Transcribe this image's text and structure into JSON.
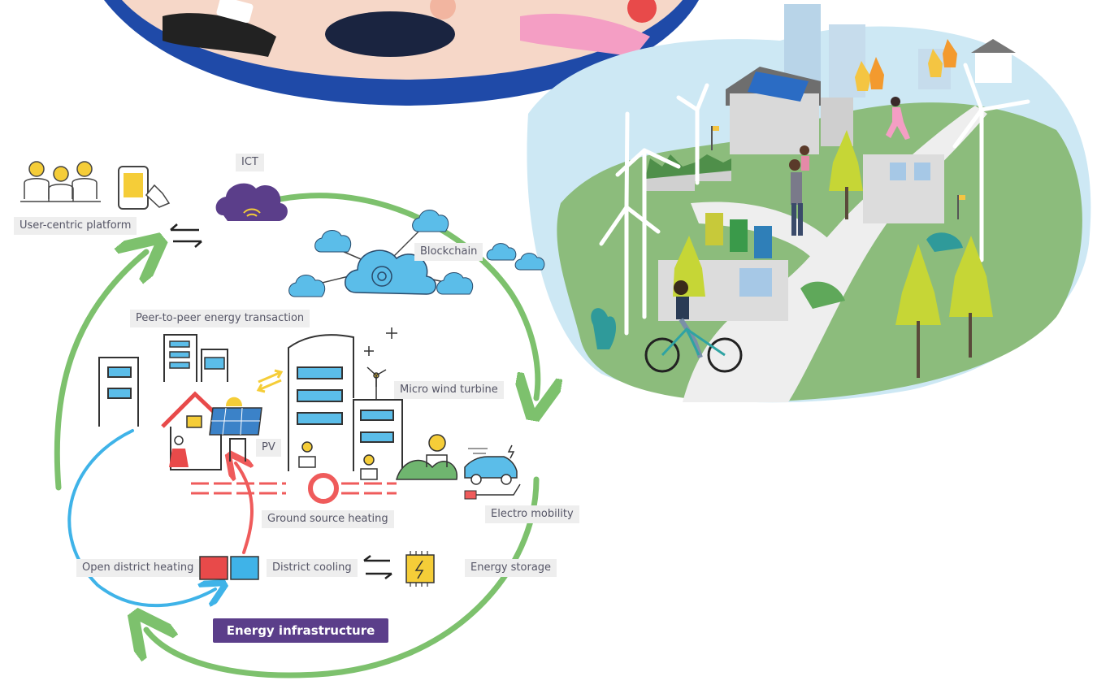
{
  "diagram": {
    "title": "Energy infrastructure",
    "labels": {
      "ict": "ICT",
      "user_centric_platform": "User-centric platform",
      "blockchain": "Blockchain",
      "p2p": "Peer-to-peer energy transaction",
      "micro_wind": "Micro wind turbine",
      "pv": "PV",
      "ground_source": "Ground source heating",
      "electro_mobility": "Electro mobility",
      "open_district": "Open district heating",
      "district_cooling": "District cooling",
      "energy_storage": "Energy storage"
    },
    "colors": {
      "cycle_arrow": "#7dc16d",
      "heating_arrow_blue": "#3fb3e8",
      "heating_arrow_red": "#ef5b5b",
      "cloud": "#5bbde9",
      "ict_cloud": "#5b3e8a",
      "title_bg": "#5b3e8a",
      "landscape_green": "#8cbc7c",
      "sky": "#cde8f4"
    }
  }
}
